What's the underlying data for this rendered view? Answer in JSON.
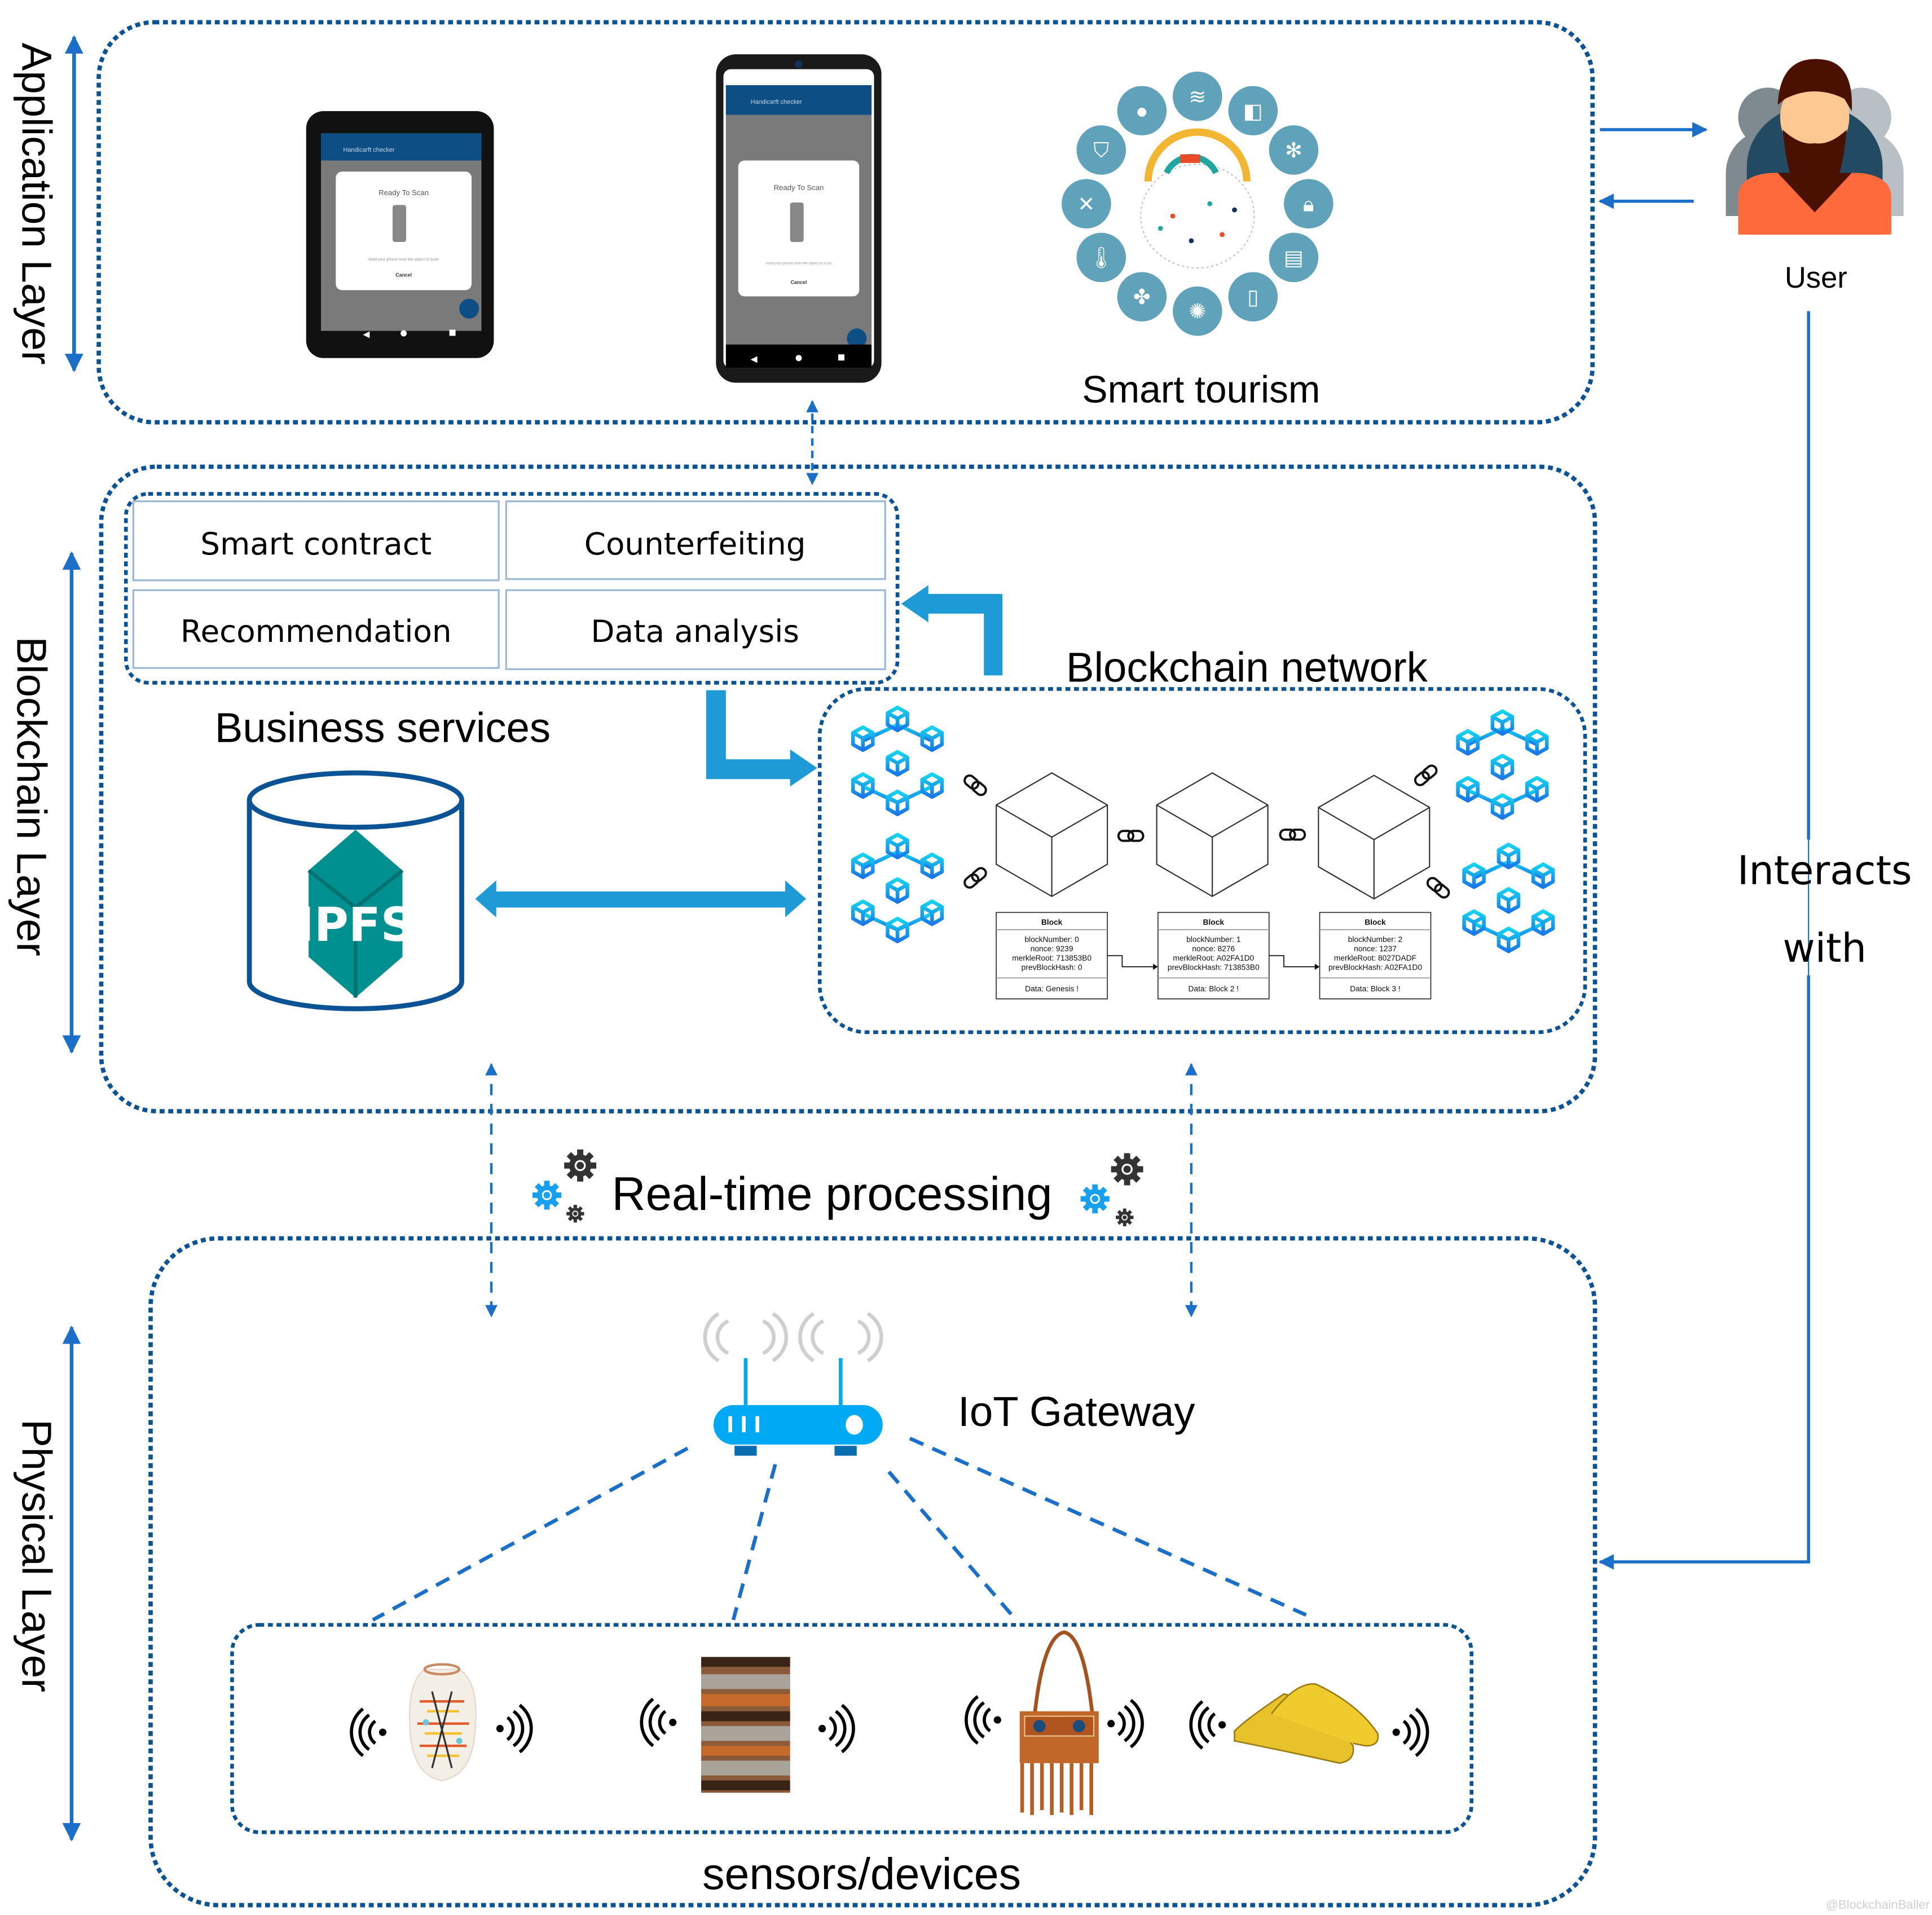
{
  "layers": {
    "application": "Application Layer",
    "blockchain": "Blockchain  Layer",
    "physical": "Physical Layer"
  },
  "application": {
    "devices": [
      {
        "kind": "tablet",
        "app_title": "Handicarft checker",
        "dialog_title": "Ready To Scan",
        "dialog_hint": "Hold your phone near the object to scan",
        "dialog_cancel": "Cancel"
      },
      {
        "kind": "phone",
        "app_title": "Handicarft checker",
        "dialog_title": "Ready To Scan",
        "dialog_hint": "Hold your phone near the object to scan",
        "dialog_cancel": "Cancel"
      }
    ],
    "smart_tourism_label": "Smart tourism",
    "smart_tourism_icons": [
      "wifi-icon",
      "cctv-camera-icon",
      "snowflake-icon",
      "lock-icon",
      "heater-icon",
      "door-icon",
      "light-bulb-icon",
      "fan-icon",
      "thermometer-icon",
      "tools-icon",
      "shield-icon",
      "water-drop-icon"
    ],
    "icon_color": "#5FA2B9"
  },
  "user": {
    "label": "User",
    "interacts_label_line1": "Interacts",
    "interacts_label_line2": "with"
  },
  "business_services": {
    "title": "Business services",
    "cells": [
      "Smart contract",
      "Counterfeiting",
      "Recommendation",
      "Data analysis"
    ]
  },
  "ipfs": {
    "label": "IPFS",
    "color": "#00908F"
  },
  "blockchain_network": {
    "title": "Blockchain network",
    "blocks": [
      {
        "header": "Block",
        "blockNumber": "blockNumber: 0",
        "nonce": "nonce: 9239",
        "merkleRoot": "merkleRoot: 713853B0",
        "prevBlockHash": "prevBlockHash: 0",
        "data": "Data: Genesis !"
      },
      {
        "header": "Block",
        "blockNumber": "blockNumber: 1",
        "nonce": "nonce: 8276",
        "merkleRoot": "merkleRoot: A02FA1D0",
        "prevBlockHash": "prevBlockHash: 713853B0",
        "data": "Data: Block 2 !"
      },
      {
        "header": "Block",
        "blockNumber": "blockNumber: 2",
        "nonce": "nonce: 1237",
        "merkleRoot": "merkleRoot: 8027DADF",
        "prevBlockHash": "prevBlockHash: A02FA1D0",
        "data": "Data: Block 3 !"
      }
    ]
  },
  "processing": {
    "label": "Real-time processing"
  },
  "gateway": {
    "label": "IoT Gateway"
  },
  "sensors": {
    "label": "sensors/devices",
    "items": [
      "pottery-vase",
      "berber-rug",
      "leather-fringe-bag",
      "yellow-babouche-slippers"
    ]
  },
  "watermark": "@BlockchainBaller",
  "colors": {
    "dotted_border": "#0B5394",
    "arrow_blue": "#1B6FC8",
    "thick_arrow": "#1E9AD6",
    "cube_cyan": "#11B8EA",
    "user_shirt": "#FF6A3D"
  }
}
